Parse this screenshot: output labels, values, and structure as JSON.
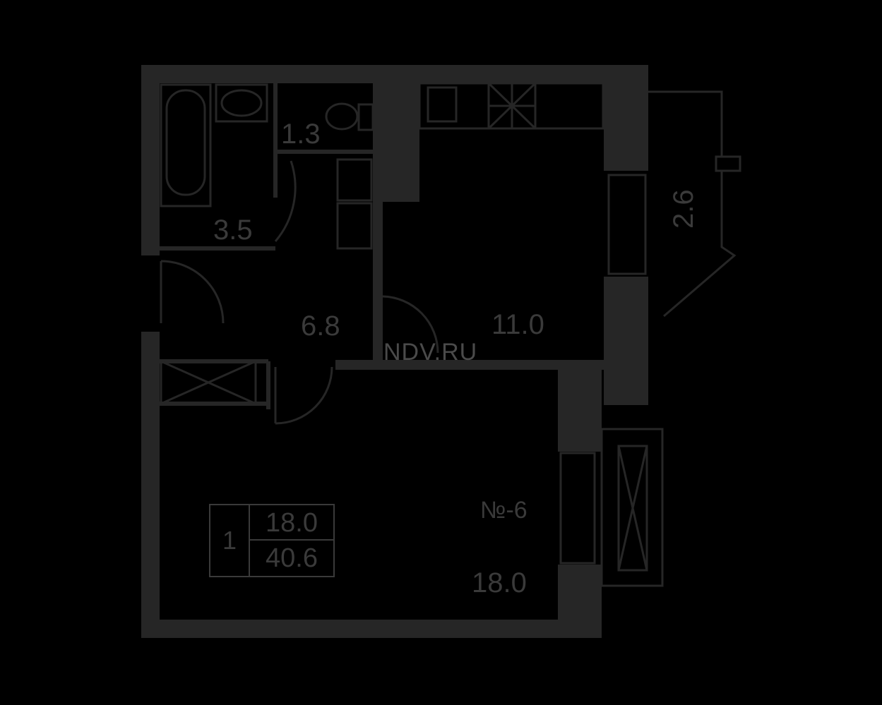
{
  "plan": {
    "rooms": [
      {
        "id": "bathroom",
        "area": "3.5"
      },
      {
        "id": "toilet",
        "area": "1.3"
      },
      {
        "id": "hall",
        "area": "6.8"
      },
      {
        "id": "kitchen",
        "area": "11.0"
      },
      {
        "id": "bedroom",
        "area": "18.0"
      },
      {
        "id": "balcony",
        "area": "2.6"
      }
    ],
    "apartment_number": "№-6",
    "watermark": "NDV.RU",
    "legend": {
      "rooms": "1",
      "living_area": "18.0",
      "total_area": "40.6"
    }
  },
  "colors": {
    "background": "#000000",
    "wall": "#262626",
    "line": "#3a3a3a"
  }
}
